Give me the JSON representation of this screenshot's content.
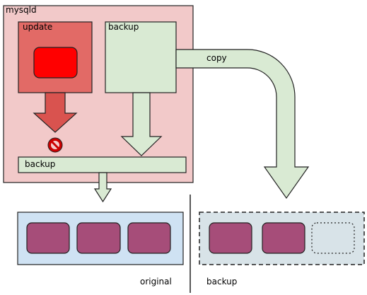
{
  "labels": {
    "mysqld": "mysqld",
    "update": "update",
    "backup_block": "backup",
    "copy": "copy",
    "backup_bar": "backup",
    "original": "original",
    "backup_storage": "backup"
  },
  "colors": {
    "mysqld_fill": "#f2c9c9",
    "update_fill": "#e26a66",
    "update_arrow": "#d9534f",
    "record_red": "#ff0000",
    "green_fill": "#d9ead3",
    "blue_fill": "#cfe2f3",
    "storage_fill": "#d8e3e8",
    "block_fill": "#a64d79",
    "forbidden": "#cc0000",
    "stroke": "#222222"
  },
  "icons": {
    "forbidden": "no-entry-icon"
  }
}
